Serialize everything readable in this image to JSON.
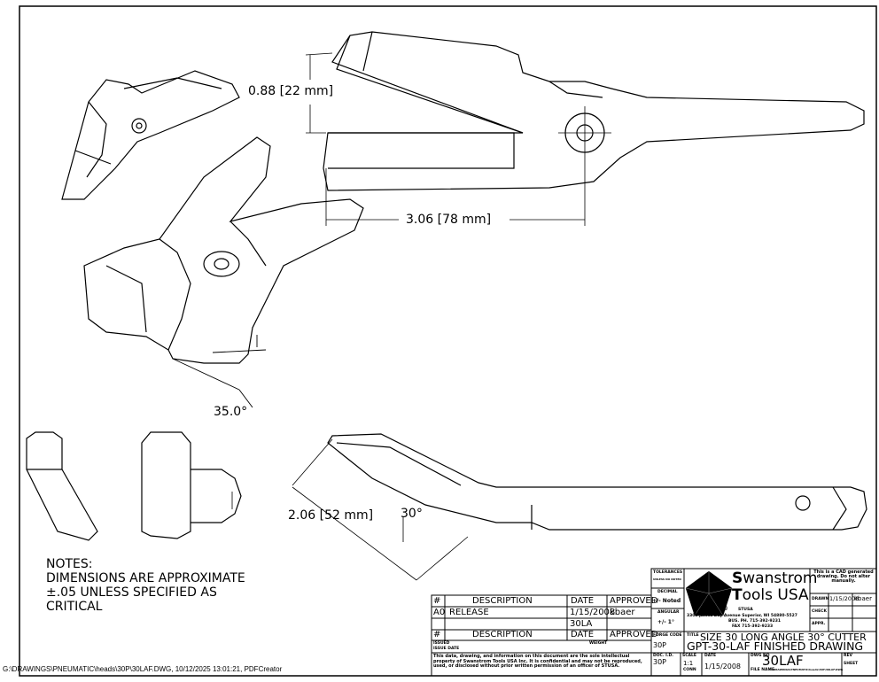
{
  "dimensions": {
    "jaw_opening": "0.88 [22 mm]",
    "length": "3.06 [78 mm]",
    "angle_iso": "35.0°",
    "jaw_height": "2.06 [52 mm]",
    "side_angle": "30°"
  },
  "notes": {
    "title": "NOTES:",
    "lines": [
      "DIMENSIONS ARE APPROXIMATE",
      "±.05 UNLESS SPECIFIED AS",
      "CRITICAL"
    ]
  },
  "revision_block": {
    "header": {
      "num": "#",
      "description": "DESCRIPTION",
      "date": "DATE",
      "approved": "APPROVED"
    },
    "rows": [
      {
        "num": "A0",
        "description": "RELEASE",
        "date": "1/15/2008",
        "approved": "kbaer"
      },
      {
        "num": "",
        "description": "",
        "date": "30LA",
        "approved": ""
      }
    ],
    "issued_label": "ISSUED",
    "issue_date_label": "ISSUE DATE",
    "weight_label": "WEIGHT",
    "disclaimer": "This data, drawing, and information on this document are the sole intellectual property of Swanstrom Tools USA Inc. It is confidential and may not be reproduced, used, or disclosed without prior written permission of an officer of STUSA."
  },
  "title_block": {
    "tolerances_label": "TOLERANCES",
    "tolerances_sub": "UNLESS NO NOTED",
    "decimal_label": "DECIMAL",
    "decimal_value": "+/- Noted",
    "angular_label": "ANGULAR",
    "angular_value": "+/- 1°",
    "company_s": "S",
    "company_rest1": "wanstrom",
    "company_t": "T",
    "company_rest2": "ools USA",
    "registered": "®",
    "stusa": "STUSA",
    "address": "3300 James Day Avenue Superior, WI 54880-5527",
    "phone": "BUS. PH. 715-392-9231",
    "fax": "FAX 715-392-9233",
    "cad_note": "This is a CAD generated drawing. Do not alter manually.",
    "drawn_label": "DRAWN",
    "drawn_date": "1/15/2008",
    "drawn_by": "kbaer",
    "check_label": "CHECK",
    "appr_label": "APPR.",
    "forge_code_label": "FORGE CODE",
    "forge_code": "30P",
    "title_label": "TITLE",
    "title_line1": "SIZE 30 LONG ANGLE 30°  CUTTER",
    "title_line2": "GPT-30-LAF FINISHED DRAWING",
    "doc_id_label": "DOC. I.D.",
    "doc_id": "30P",
    "scale_label": "SCALE",
    "scale": "1:1",
    "units": "CONN",
    "date_label": "DATE",
    "date": "1/15/2008",
    "dwg_no_label": "DWG NO",
    "dwg_no": "30LAF",
    "file_name_label": "FILE NAME",
    "file_name": "G:\\DRAWINGS\\PNEUMATIC\\heads\\30P\\30LAF.DWG",
    "rev_label": "REV",
    "sheet_label": "SHEET"
  },
  "footer": "G:\\DRAWINGS\\PNEUMATIC\\heads\\30P\\30LAF.DWG, 10/12/2025 13:01:21, PDFCreator"
}
